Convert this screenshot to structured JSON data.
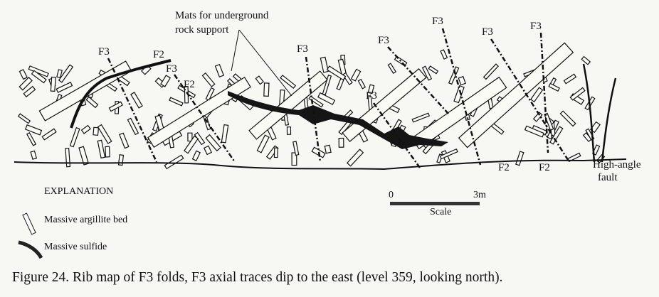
{
  "figure": {
    "caption": "Figure 24. Rib map of F3 folds, F3 axial traces dip to the east (level 359, looking north).",
    "annotation_mats": [
      "Mats for underground",
      "rock support"
    ],
    "fold_labels": {
      "f3": [
        "F3",
        "F3",
        "F3",
        "F3",
        "F3",
        "F3",
        "F3",
        "F3"
      ],
      "f2": [
        "F2",
        "F2",
        "F2",
        "F2"
      ]
    },
    "fault_label": [
      "High-angle",
      "fault"
    ],
    "explanation": {
      "title": "EXPLANATION",
      "items": [
        {
          "label": "Massive argillite bed",
          "symbol": "argillite-bed"
        },
        {
          "label": "Massive sulfide",
          "symbol": "sulfide"
        }
      ]
    },
    "scale": {
      "start": "0",
      "end": "3m",
      "title": "Scale"
    }
  }
}
